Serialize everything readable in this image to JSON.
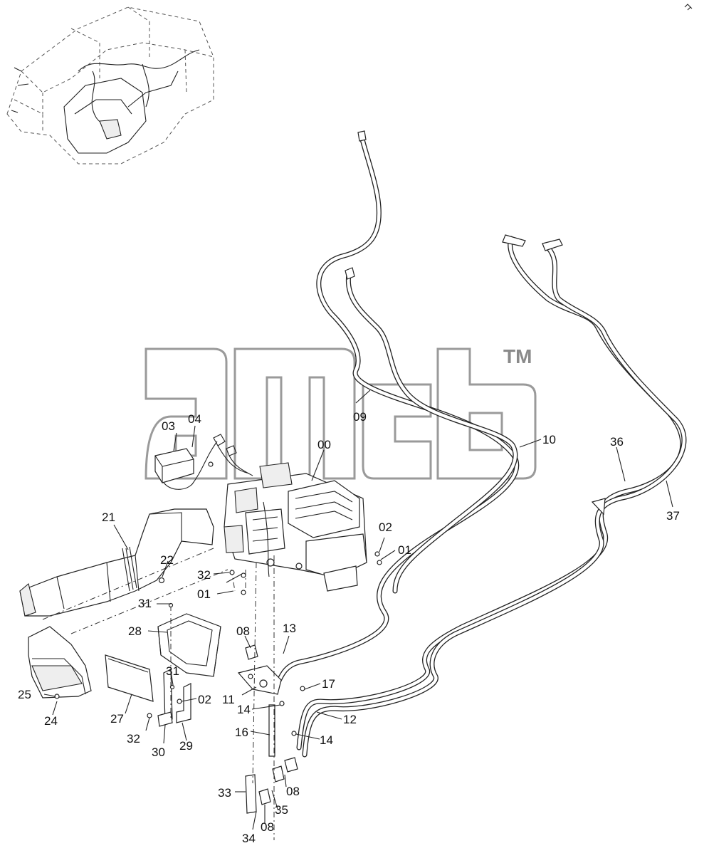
{
  "watermark": {
    "tm": "TM"
  },
  "labels": {
    "l00": "00",
    "l01a": "01",
    "l01b": "01",
    "l02a": "02",
    "l02b": "02",
    "l03": "03",
    "l04": "04",
    "l08a": "08",
    "l08b": "08",
    "l08c": "08",
    "l09": "09",
    "l10": "10",
    "l11": "11",
    "l12": "12",
    "l13": "13",
    "l14a": "14",
    "l14b": "14",
    "l16": "16",
    "l17": "17",
    "l21": "21",
    "l22": "22",
    "l24": "24",
    "l25": "25",
    "l27": "27",
    "l28": "28",
    "l29": "29",
    "l30": "30",
    "l31a": "31",
    "l31b": "31",
    "l32a": "32",
    "l32b": "32",
    "l33": "33",
    "l34": "34",
    "l35": "35",
    "l36": "36",
    "l37": "37"
  }
}
